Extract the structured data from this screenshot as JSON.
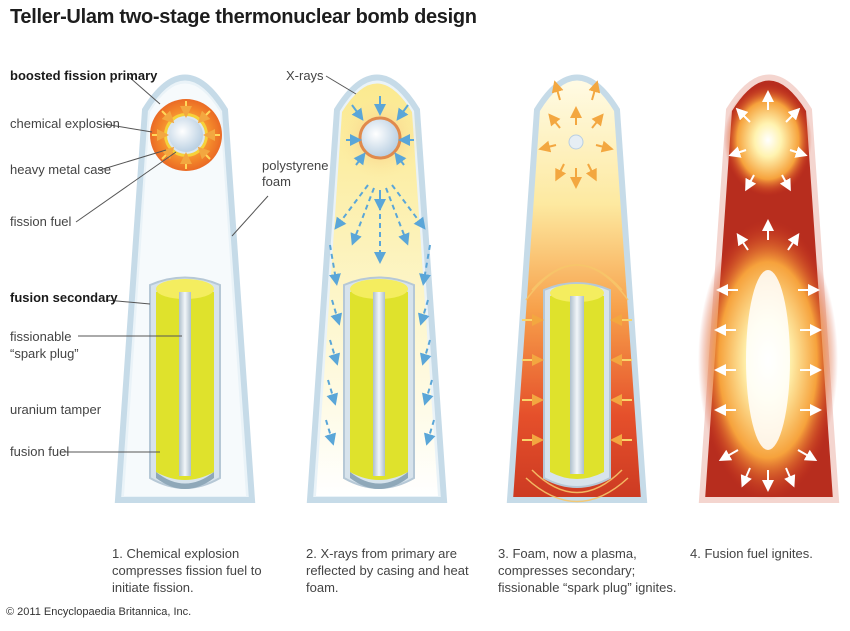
{
  "title": "Teller-Ulam two-stage thermonuclear bomb design",
  "labels": {
    "boosted_fission_primary": "boosted fission primary",
    "chemical_explosion": "chemical explosion",
    "heavy_metal_case": "heavy metal case",
    "fission_fuel": "fission fuel",
    "polystyrene_foam": "polystyrene foam",
    "xrays": "X-rays",
    "fusion_secondary": "fusion secondary",
    "fissionable_spark_plug": "fissionable “spark plug”",
    "uranium_tamper": "uranium tamper",
    "fusion_fuel": "fusion fuel"
  },
  "captions": [
    "1. Chemical explosion compresses fission fuel to initiate fission.",
    "2. X-rays from primary are reflected by casing and heat foam.",
    "3. Foam, now a plasma, compresses secondary; fissionable “spark plug” ignites.",
    "4. Fusion fuel ignites."
  ],
  "copyright": "© 2011 Encyclopaedia Britannica, Inc.",
  "colors": {
    "casing": "#cfe0ec",
    "foam": "#fdf7c9",
    "fire_orange": "#f08a2a",
    "fire_red": "#c8321f",
    "fusion_fuel": "#dde02b",
    "arrow_blue": "#5aa6d8",
    "arrow_orange": "#f3a740"
  }
}
